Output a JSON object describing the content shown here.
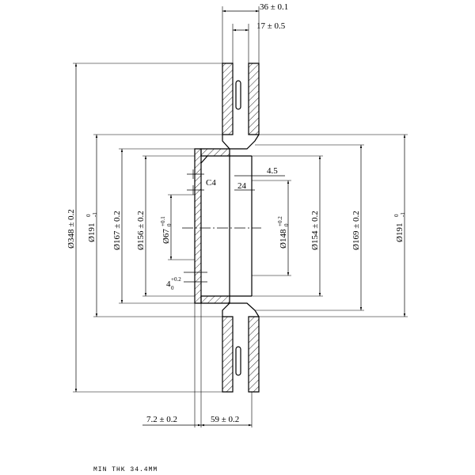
{
  "dimensions": {
    "overall_width": "36 ± 0.1",
    "friction_ring_width": "17 ± 0.5",
    "disc_outer_diameter": "Ø348 ± 0.2",
    "outer_diameter_left": "Ø191",
    "outer_diameter_left_upper_tol": "0",
    "outer_diameter_left_lower_tol": "-1",
    "hat_diameter": "Ø167 ± 0.2",
    "hat_inner_diameter": "Ø156 ± 0.2",
    "center_bore": "Ø67",
    "center_bore_upper_tol": "+0.1",
    "center_bore_lower_tol": "0",
    "chamfer": "C4",
    "depth_24": "24",
    "depth_45": "4.5",
    "bolt_diameter": "Ø148",
    "bolt_diameter_upper_tol": "+0.2",
    "bolt_diameter_lower_tol": "0",
    "bore_154": "Ø154 ± 0.2",
    "hat_outer_169": "Ø169 ± 0.2",
    "outer_diameter_right": "Ø191",
    "outer_diameter_right_upper_tol": "0",
    "outer_diameter_right_lower_tol": "-1",
    "flange_thickness": "4",
    "flange_thickness_upper_tol": "+0.2",
    "flange_thickness_lower_tol": "0",
    "offset_72": "7.2 ± 0.2",
    "height_59": "59 ± 0.2"
  },
  "note": "MIN THK 34.4MM"
}
